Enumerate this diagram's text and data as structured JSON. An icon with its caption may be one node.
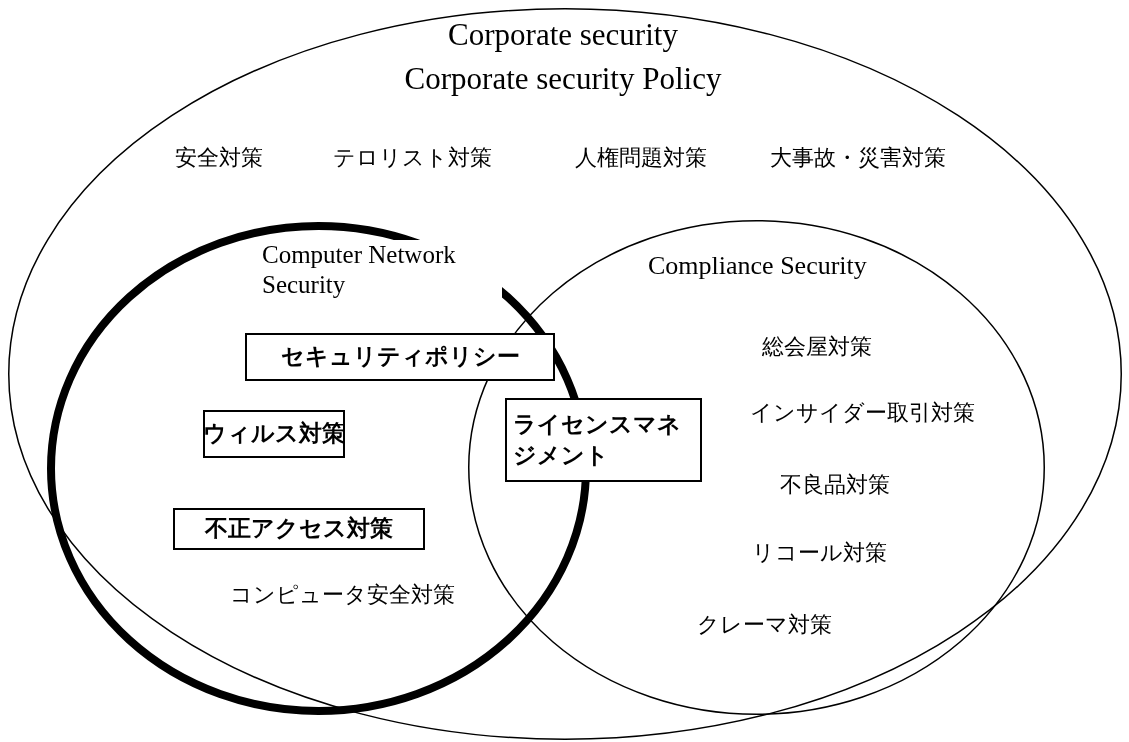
{
  "diagram": {
    "nodes": [
      {
        "text": [
          "Corporate security",
          "Corporate security Policy",
          "安全対策",
          "テロリスト対策",
          "人権問題対策",
          "大事故・災害対策"
        ]
      },
      {
        "text": [
          "Computer Network Security",
          "コンピュータ安全対策"
        ],
        "in": 0
      },
      {
        "text": [
          "Compliance Security",
          "総会屋対策",
          "インサイダー取引対策",
          "不良品対策",
          "リコール対策",
          "クレーマ対策"
        ],
        "in": 0
      },
      {
        "text": [
          "セキュリティポリシー"
        ],
        "in": 1
      },
      {
        "text": [
          "ウィルス対策"
        ],
        "in": 1
      },
      {
        "text": [
          "ライセンスマネジメント"
        ],
        "in": 2
      },
      {
        "text": [
          "不正アクセス対策"
        ],
        "in": 1
      }
    ]
  }
}
